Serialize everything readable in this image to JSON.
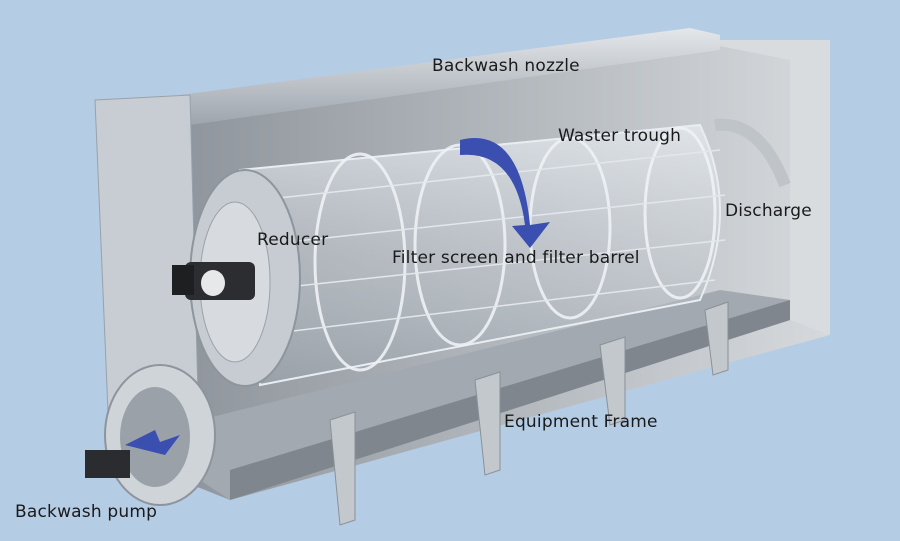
{
  "labels": {
    "backwash_nozzle": "Backwash nozzle",
    "waste_trough": "Waster trough",
    "discharge": "Discharge",
    "reducer": "Reducer",
    "filter_screen": "Filter screen and filter barrel",
    "equipment_frame": "Equipment Frame",
    "backwash_pump": "Backwash pump"
  },
  "colors": {
    "background": "#b5cce5",
    "steel": "#c9ced4",
    "arrow": "#3a4fb0"
  }
}
